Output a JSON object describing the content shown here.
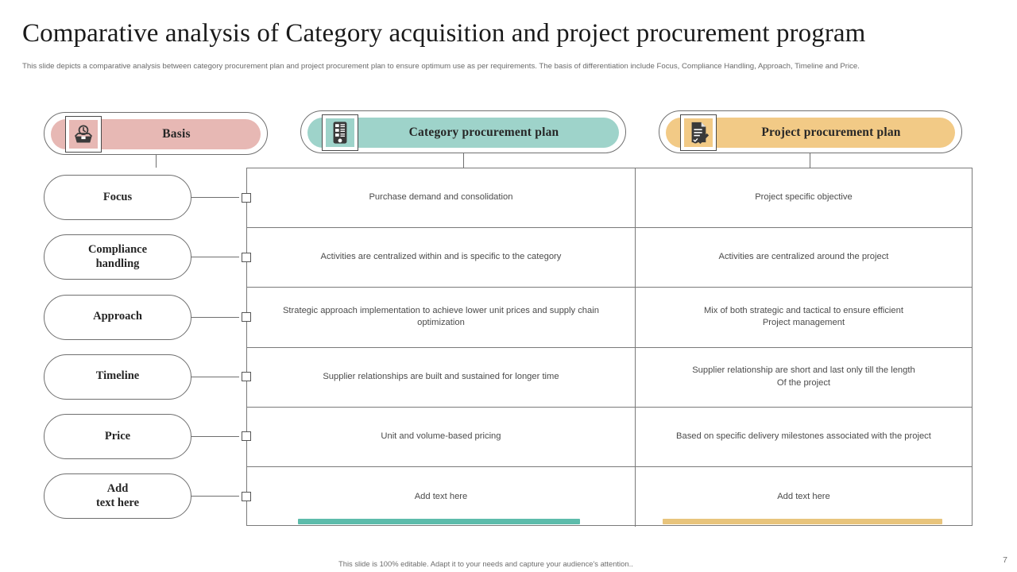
{
  "slide": {
    "title": "Comparative analysis of Category acquisition and  project procurement program",
    "subtitle": "This slide depicts a comparative analysis between category procurement plan and project procurement plan to ensure optimum use as per requirements. The basis of differentiation include Focus, Compliance Handling,  Approach, Timeline and Price.",
    "footer_note": "This slide is 100% editable. Adapt it to your needs and capture your audience's attention..",
    "page_number": "7"
  },
  "headers": [
    {
      "label": "Basis",
      "icon": "box-clock-icon",
      "fill": "#e7b8b4",
      "accent": "#e7b8b4"
    },
    {
      "label": "Category procurement plan",
      "icon": "checklist-device-icon",
      "fill": "#9ed3ca",
      "accent": "#5dbcab"
    },
    {
      "label": "Project procurement plan",
      "icon": "document-pen-icon",
      "fill": "#f2ca86",
      "accent": "#e8c47c"
    }
  ],
  "rows": [
    {
      "basis": "Focus",
      "category": "Purchase demand and consolidation",
      "project": "Project specific objective"
    },
    {
      "basis": "Compliance\nhandling",
      "category": "Activities are centralized within and is specific to the category",
      "project": "Activities are centralized around the project"
    },
    {
      "basis": "Approach",
      "category": "Strategic approach implementation to achieve lower unit prices and supply chain optimization",
      "project": "Mix of both strategic and tactical to ensure efficient\nProject management"
    },
    {
      "basis": "Timeline",
      "category": "Supplier relationships are built and sustained for longer time",
      "project": "Supplier relationship are short and last only till the length\nOf the project"
    },
    {
      "basis": "Price",
      "category": "Unit and volume-based  pricing",
      "project": "Based on specific delivery  milestones associated with the project"
    },
    {
      "basis": "Add\ntext here",
      "category": "Add text here",
      "project": "Add text here"
    }
  ],
  "colors": {
    "pink": "#e7b8b4",
    "teal": "#9ed3ca",
    "teal_bar": "#5dbcab",
    "amber": "#f2ca86",
    "amber_bar": "#e8c47c",
    "line": "#7a7a7a",
    "text": "#4b4b4b"
  }
}
